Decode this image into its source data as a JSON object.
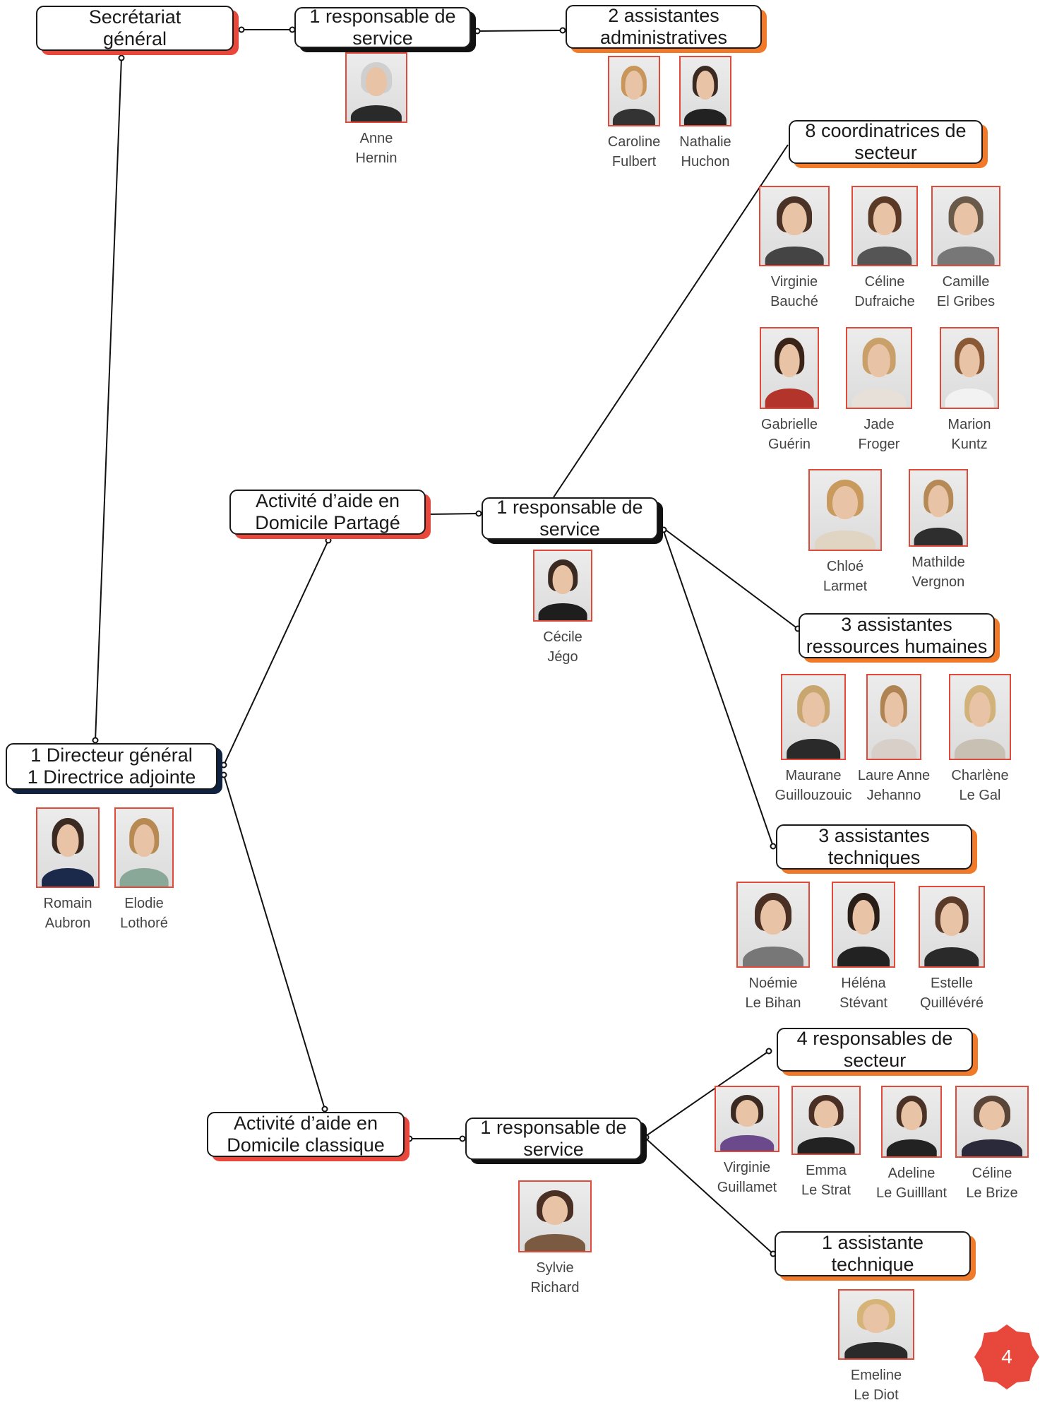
{
  "colors": {
    "accent_red": "#e8473b",
    "accent_orange": "#f07a2a",
    "line": "#111111",
    "photo_border": "#e04a3a"
  },
  "boxes": {
    "secretariat": [
      "Secrétariat",
      "général"
    ],
    "sec_manager": [
      "1 responsable de",
      "service"
    ],
    "admin_assistants": [
      "2 assistantes",
      "administratives"
    ],
    "coordinators": [
      "8 coordinatrices de",
      "secteur"
    ],
    "partage_activity": [
      "Activité d’aide en",
      "Domicile Partagé"
    ],
    "partage_manager": [
      "1 responsable de",
      "service"
    ],
    "hr_assistants": [
      "3 assistantes",
      "ressources humaines"
    ],
    "directors": [
      "1 Directeur général",
      "1 Directrice adjointe"
    ],
    "tech_assistants": [
      "3 assistantes",
      "techniques"
    ],
    "sector_managers": [
      "4 responsables de",
      "secteur"
    ],
    "classique_activity": [
      "Activité d’aide en",
      "Domicile classique"
    ],
    "classique_manager": [
      "1 responsable de",
      "service"
    ],
    "tech_assistant": [
      "1 assistante",
      "technique"
    ]
  },
  "people": {
    "anne": [
      "Anne",
      "Hernin"
    ],
    "caroline": [
      "Caroline",
      "Fulbert"
    ],
    "nathalie": [
      "Nathalie",
      "Huchon"
    ],
    "virginie_b": [
      "Virginie",
      "Bauché"
    ],
    "celine_d": [
      "Céline",
      "Dufraiche"
    ],
    "camille": [
      "Camille",
      "El Gribes"
    ],
    "gabrielle": [
      "Gabrielle",
      "Guérin"
    ],
    "jade": [
      "Jade",
      "Froger"
    ],
    "marion": [
      "Marion",
      "Kuntz"
    ],
    "chloe": [
      "Chloé",
      "Larmet"
    ],
    "mathilde": [
      "Mathilde",
      "Vergnon"
    ],
    "cecile": [
      "Cécile",
      "Jégo"
    ],
    "maurane": [
      "Maurane",
      "Guillouzouic"
    ],
    "laure": [
      "Laure Anne",
      "Jehanno"
    ],
    "charlene": [
      "Charlène",
      "Le Gal"
    ],
    "romain": [
      "Romain",
      "Aubron"
    ],
    "elodie": [
      "Elodie",
      "Lothoré"
    ],
    "noemie": [
      "Noémie",
      "Le Bihan"
    ],
    "helena": [
      "Héléna",
      "Stévant"
    ],
    "estelle": [
      "Estelle",
      "Quillévéré"
    ],
    "virginie_g": [
      "Virginie",
      "Guillamet"
    ],
    "emma": [
      "Emma",
      "Le Strat"
    ],
    "adeline": [
      "Adeline",
      "Le Guilllant"
    ],
    "celine_b": [
      "Céline",
      "Le Brize"
    ],
    "sylvie": [
      "Sylvie",
      "Richard"
    ],
    "emeline": [
      "Emeline",
      "Le Diot"
    ]
  },
  "page_number": "4"
}
